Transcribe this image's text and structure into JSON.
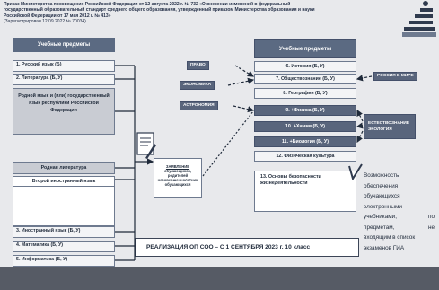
{
  "header": {
    "line1": "Приказ Министерства просвещения Российской Федерации от 12 августа 2022 г. № 732 «О внесении изменений в федеральный",
    "line2": "государственный образовательный стандарт среднего общего образования, утвержденный приказом Министерства образования и науки",
    "line3": "Российской Федерации от 17 мая 2012 г. № 413»",
    "line4": "(Зарегистрирован 12.09.2022 № 70034)"
  },
  "left_column": {
    "title": "Учебные предметы",
    "items": [
      "1. Русский язык (Б)",
      "2. Литература (Б, У)",
      "Родной язык и (или) государственный язык республики Российской Федерации",
      "Родная литература",
      "Второй иностранный язык",
      "3. Иностранный язык (Б, У)",
      "4. Математика (Б, У)",
      "5. Информатика (Б, У)"
    ]
  },
  "right_column": {
    "title": "Учебные предметы",
    "items": [
      "6. История (Б, У)",
      "7. Обществознание (Б, У)",
      "8. География (Б, У)",
      "9. +Физика (Б, У)",
      "10. +Химия (Б, У)",
      "11. +Биология (Б, У)",
      "12. Физическая культура",
      "13. Основы безопасности жизнедеятельности"
    ]
  },
  "tags": {
    "pravo": "ПРАВО",
    "ekonomika": "ЭКОНОМИКА",
    "astronomiya": "АСТРОНОМИЯ",
    "rossiya": "РОССИЯ В МИРЕ",
    "estestvoznanie": "ЕСТЕСТВОЗНАНИЕ",
    "ekologiya": "ЭКОЛОГИЯ"
  },
  "middle_box": {
    "line1": "ЗАЯВЛЕНИЕ",
    "line2": "обучающихся,",
    "line3": "родителей",
    "line4": "несовершеннолетних",
    "line5": "обучающихся"
  },
  "realization": {
    "prefix": "РЕАЛИЗАЦИЯ ОП СОО – ",
    "date": "С 1 СЕНТЯБРЯ 2023 г.",
    "suffix": " 10 класс"
  },
  "side_note": {
    "lines": [
      "Возможность",
      "обеспечения",
      "обучающихся",
      "электронными",
      "учебниками,",
      "предметам,",
      "входящим в список",
      "экзаменов ГИА"
    ],
    "right_fragments": [
      "по",
      "не"
    ]
  },
  "colors": {
    "header_fill": "#5b6a82",
    "dark_box": "#59657c",
    "light_box": "#f3f4f6",
    "shaded_box": "#c9ccd3",
    "background": "#e8e9ec"
  }
}
